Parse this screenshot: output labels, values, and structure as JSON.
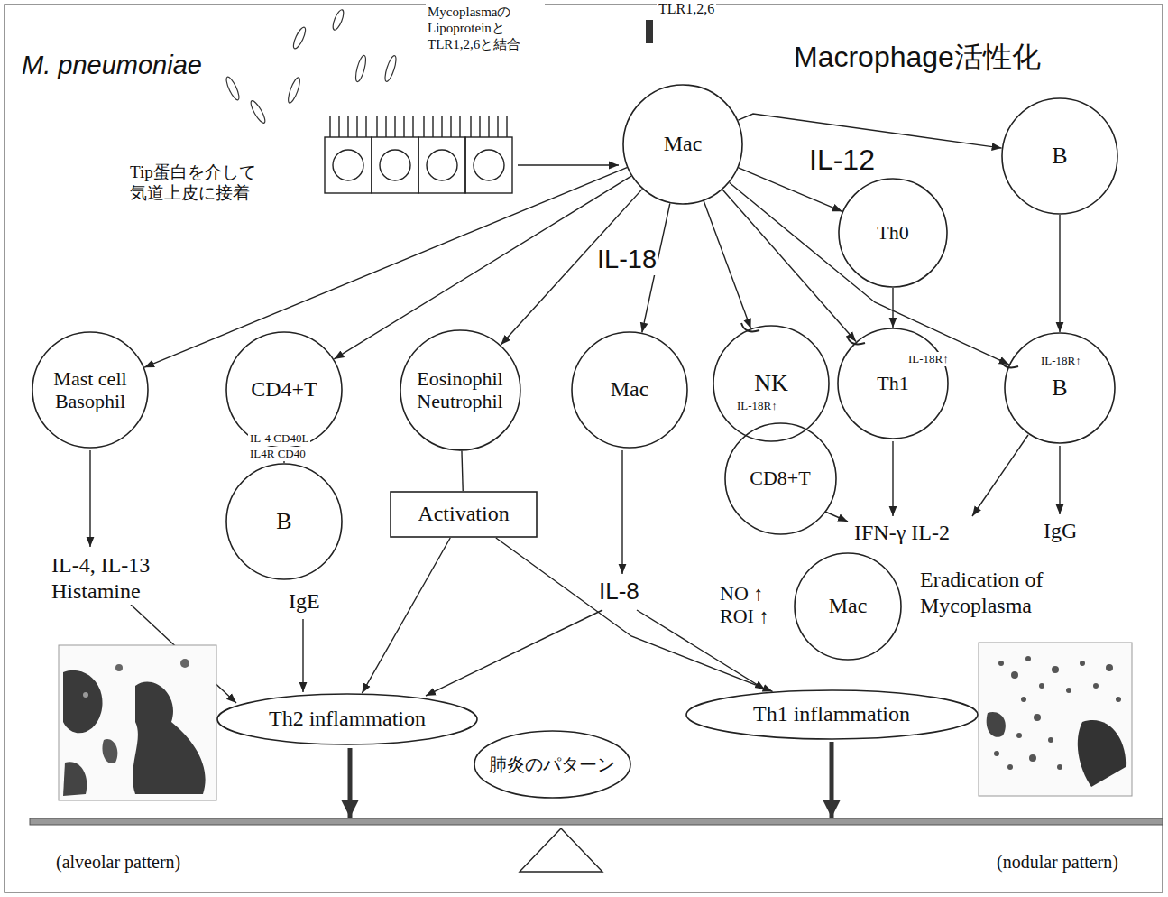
{
  "diagram": {
    "title": "Macrophage活性化",
    "nodes": [
      {
        "text": [
          "Mac"
        ]
      },
      {
        "text": [
          "B"
        ]
      },
      {
        "text": [
          "Th0"
        ]
      },
      {
        "text": [
          "Mast cell Basophil"
        ]
      },
      {
        "text": [
          "CD4+T"
        ]
      },
      {
        "text": [
          "Eosinophil Neutrophil"
        ]
      },
      {
        "text": [
          "Mac"
        ]
      },
      {
        "text": [
          "NK"
        ]
      },
      {
        "text": [
          "Th1"
        ]
      },
      {
        "text": [
          "B"
        ]
      },
      {
        "text": [
          "B"
        ]
      },
      {
        "text": [
          "CD8+T"
        ]
      },
      {
        "text": [
          "Activation"
        ]
      },
      {
        "text": [
          "Mac"
        ]
      },
      {
        "text": [
          "Th2 inflammation"
        ]
      },
      {
        "text": [
          "肺炎のパターン"
        ]
      },
      {
        "text": [
          "Th1 inflammation"
        ]
      }
    ],
    "edges": [
      {
        "from": 0,
        "to": 1,
        "arrow": "to"
      },
      {
        "from": 0,
        "to": 2,
        "arrow": "to"
      },
      {
        "from": 0,
        "to": 3,
        "arrow": "to"
      },
      {
        "from": 0,
        "to": 4,
        "arrow": "to"
      },
      {
        "from": 0,
        "to": 5,
        "arrow": "to"
      },
      {
        "from": 0,
        "to": 6,
        "arrow": "to"
      },
      {
        "from": 0,
        "to": 7,
        "arrow": "to"
      },
      {
        "from": 0,
        "to": 8,
        "arrow": "to"
      },
      {
        "from": 0,
        "to": 9,
        "arrow": "to"
      },
      {
        "from": 2,
        "to": 8,
        "arrow": "to"
      },
      {
        "from": 1,
        "to": 9,
        "arrow": "to"
      },
      {
        "from": 4,
        "to": 10,
        "arrow": "none"
      },
      {
        "from": 5,
        "to": 12,
        "arrow": "none"
      },
      {
        "from": 12,
        "to": 14,
        "arrow": "to"
      },
      {
        "from": 12,
        "to": 16,
        "arrow": "to"
      }
    ],
    "labels": [
      "M. pneumoniae",
      "Mycoplasmaの Lipoproteinと TLR1,2,6と結合",
      "TLR1,2,6",
      "Tip蛋白を介して 気道上皮に接着",
      "IL-12",
      "IL-18",
      "IL-18R↑",
      "IL-18R↑",
      "IL-18R↑",
      "IL-4 CD40L",
      "IL4R CD40",
      "IL-4, IL-13 Histamine",
      "IgE",
      "IL-8",
      "IgG",
      "IFN-γ IL-2",
      "NO ↑",
      "ROI ↑",
      "Eradication of Mycoplasma",
      "(alveolar pattern)",
      "(nodular pattern)"
    ]
  }
}
